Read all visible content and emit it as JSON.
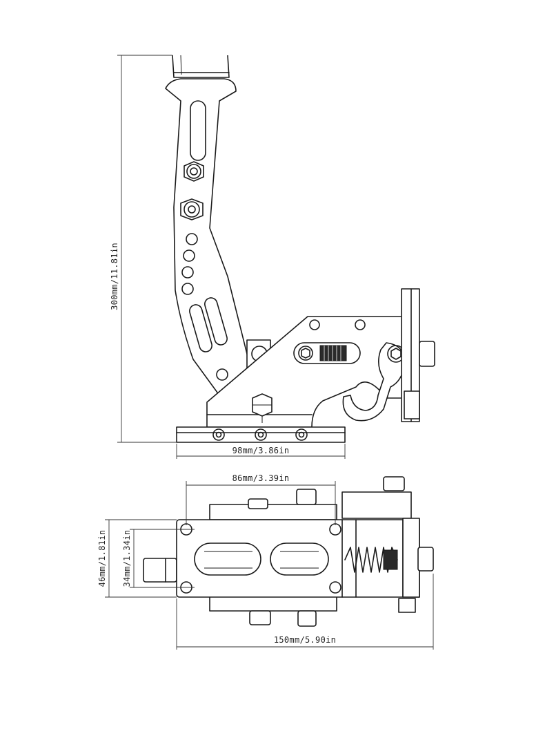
{
  "dimensions": {
    "height": "300mm/11.81in",
    "base_width": "98mm/3.86in",
    "top_width": "86mm/3.39in",
    "outer_height": "46mm/1.81in",
    "inner_height": "34mm/1.34in",
    "total_length": "150mm/5.90in"
  },
  "colors": {
    "line": "#1a1a1a",
    "background": "#ffffff"
  }
}
